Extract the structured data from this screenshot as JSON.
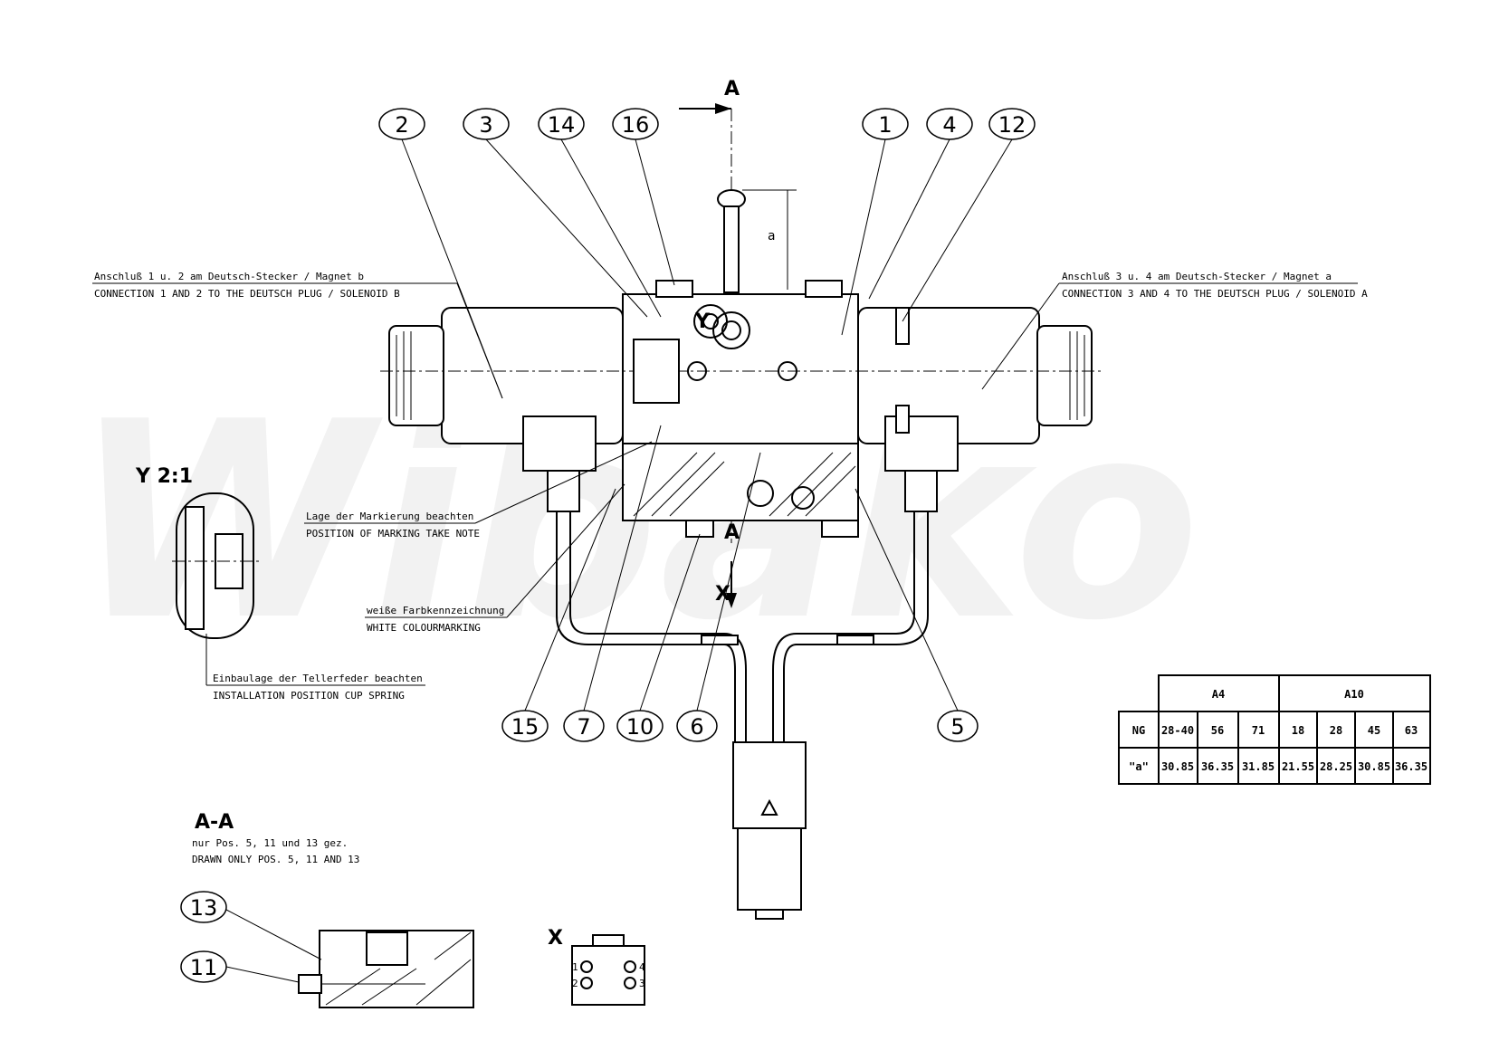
{
  "watermark": "Wibako",
  "section_marks": {
    "a_top": "A",
    "a_bottom": "A",
    "x_view": "X",
    "y_detail": "Y",
    "dimension_a": "a"
  },
  "balloons_top": [
    "2",
    "3",
    "14",
    "16",
    "1",
    "4",
    "12"
  ],
  "balloons_bottom": [
    "15",
    "7",
    "10",
    "6",
    "5"
  ],
  "balloons_section": [
    "13",
    "11"
  ],
  "notes": {
    "left_de": "Anschluß 1 u. 2 am Deutsch-Stecker / Magnet b",
    "left_en": "CONNECTION 1 AND 2 TO THE DEUTSCH PLUG / SOLENOID B",
    "right_de": "Anschluß 3 u. 4 am Deutsch-Stecker / Magnet a",
    "right_en": "CONNECTION 3 AND 4 TO THE DEUTSCH PLUG / SOLENOID A",
    "marking_de": "Lage der Markierung beachten",
    "marking_en": "POSITION OF MARKING TAKE NOTE",
    "colour_de": "weiße Farbkennzeichnung",
    "colour_en": "WHITE COLOURMARKING",
    "spring_de": "Einbaulage der Tellerfeder beachten",
    "spring_en": "INSTALLATION POSITION CUP SPRING"
  },
  "detail_y": {
    "title": "Y 2:1"
  },
  "section_aa": {
    "title": "A-A",
    "note_de": "nur Pos. 5, 11 und 13 gez.",
    "note_en": "DRAWN ONLY POS. 5, 11 AND 13"
  },
  "connector_pins": [
    "1",
    "2",
    "4",
    "3"
  ],
  "table": {
    "groups": [
      "A4",
      "A10"
    ],
    "row_labels": [
      "NG",
      "\"a\""
    ],
    "ng": [
      "28-40",
      "56",
      "71",
      "18",
      "28",
      "45",
      "63"
    ],
    "a": [
      "30.85",
      "36.35",
      "31.85",
      "21.55",
      "28.25",
      "30.85",
      "36.35"
    ]
  }
}
